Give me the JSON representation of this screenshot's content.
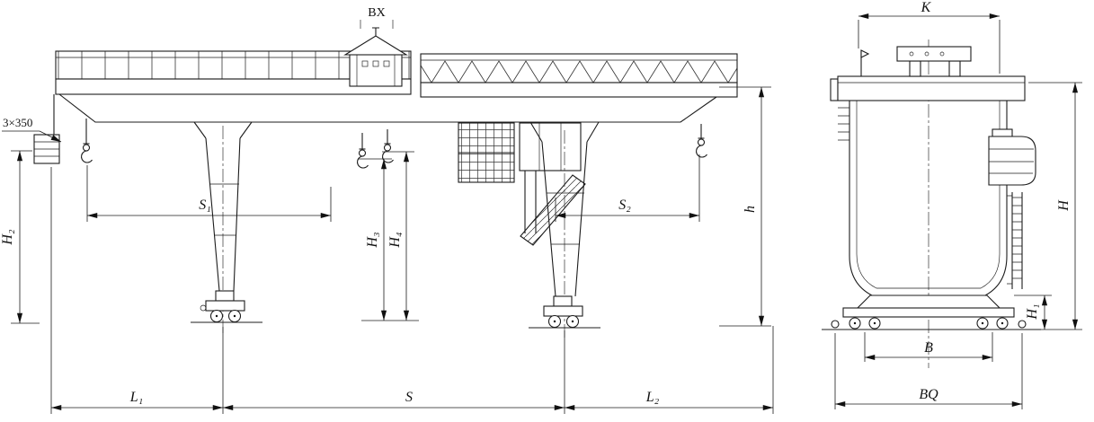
{
  "front_view": {
    "labels": {
      "bx": "BX",
      "rail_spec": "3×350",
      "h2": "H₂",
      "s1": "S₁",
      "h3": "H₃",
      "h4": "H₄",
      "s2": "S₂",
      "h_lower": "h",
      "l1": "L₁",
      "s": "S",
      "l2": "L₂"
    }
  },
  "end_view": {
    "labels": {
      "k": "K",
      "h": "H",
      "h1": "H₁",
      "b": "B",
      "bq": "BQ"
    }
  }
}
